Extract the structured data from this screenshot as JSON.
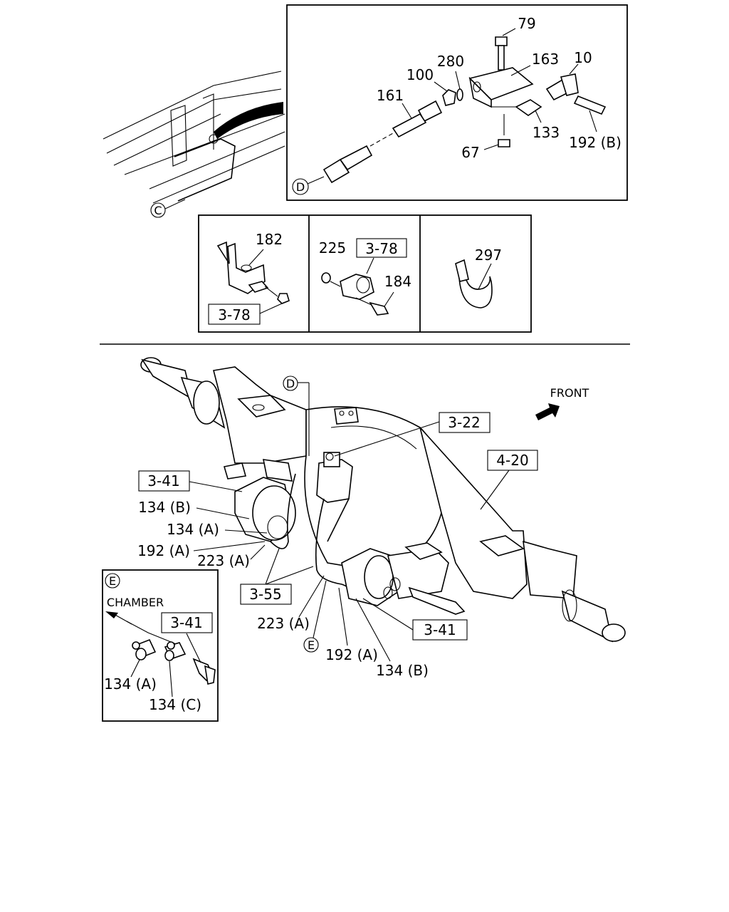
{
  "callouts": {
    "p79": "79",
    "p163": "163",
    "p10": "10",
    "p280": "280",
    "p100": "100",
    "p161": "161",
    "p133": "133",
    "p192b_top": "192 (B)",
    "p67": "67",
    "p182": "182",
    "ref378_a": "3-78",
    "p225": "225",
    "ref378_b": "3-78",
    "p184": "184",
    "p297": "297",
    "ref322": "3-22",
    "ref420": "4-20",
    "front": "FRONT",
    "ref341_a": "3-41",
    "p134b_a": "134 (B)",
    "p134a_a": "134 (A)",
    "p192a_a": "192 (A)",
    "p223a_a": "223 (A)",
    "ref355": "3-55",
    "p223a_b": "223 (A)",
    "p192a_b": "192 (A)",
    "p134b_b": "134 (B)",
    "ref341_b": "3-41",
    "chamber": "CHAMBER",
    "ref341_c": "3-41",
    "p134a_c": "134 (A)",
    "p134c": "134 (C)"
  },
  "markers": {
    "c": "C",
    "d_top": "D",
    "d_main": "D",
    "e_main": "E",
    "e_inset": "E"
  }
}
